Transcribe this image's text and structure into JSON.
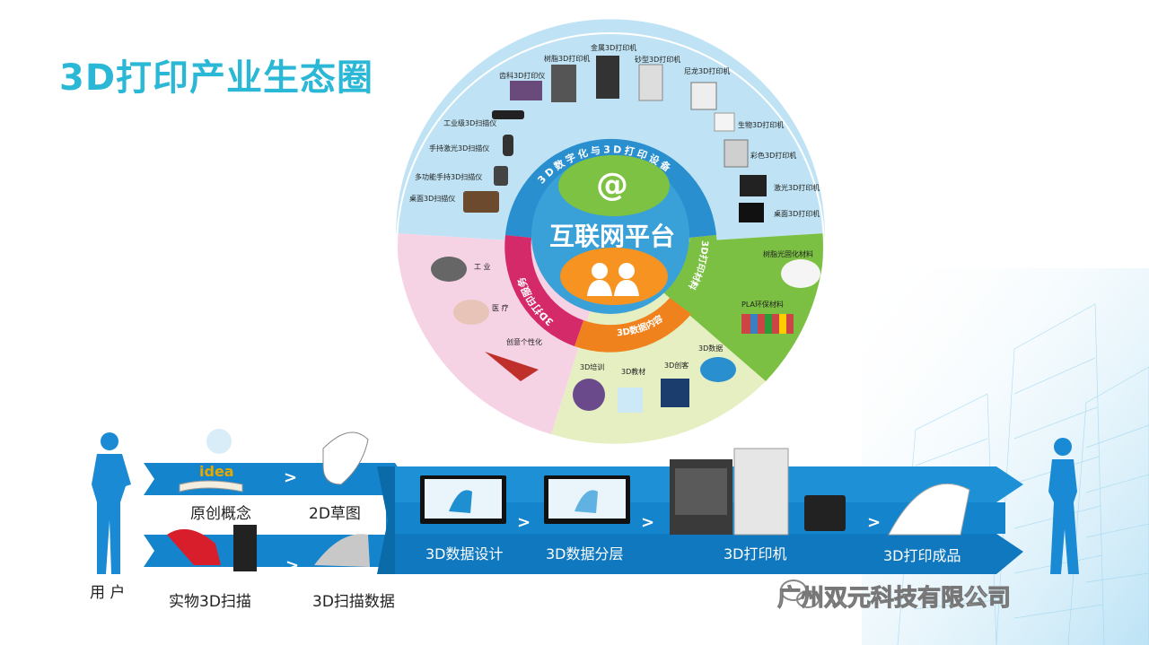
{
  "title": "3D打印产业生态圈",
  "center": {
    "at_symbol": "@",
    "label": "互联网平台"
  },
  "ring": {
    "top": "3D数字化与3D打印设备",
    "left": "3D打印服务",
    "right": "3D打印材料",
    "bottom": "3D数据内容"
  },
  "sectors": {
    "equipment": [
      "金属3D打印机",
      "树脂3D打印机",
      "砂型3D打印机",
      "齿科3D打印仪",
      "尼龙3D打印机",
      "生物3D打印机",
      "工业级3D扫描仪",
      "彩色3D打印机",
      "手持激光3D扫描仪",
      "激光3D打印机",
      "多功能手持3D扫描仪",
      "桌面3D扫描仪",
      "桌面3D打印机"
    ],
    "materials": [
      "树脂光固化材料",
      "PLA环保材料"
    ],
    "services": [
      "工 业",
      "医 疗",
      "创意个性化"
    ],
    "content": [
      "3D培训",
      "3D教材",
      "3D创客",
      "3D数据"
    ],
    "idea_text": "idea"
  },
  "flow": {
    "concept": "原创概念",
    "sketch": "2D草图",
    "scan": "实物3D扫描",
    "scan_data": "3D扫描数据",
    "design": "3D数据设计",
    "layer": "3D数据分层",
    "printer": "3D打印机",
    "product": "3D打印成品",
    "user": "用 户",
    "arrow": ">"
  },
  "watermark": "广州双元科技有限公司",
  "colors": {
    "title": "#2bb8d6",
    "equipment": "#bfe3f4",
    "materials": "#7bc043",
    "services": "#f6d3e4",
    "content": "#e6efc2",
    "ring_blue": "#2a8fcf",
    "ring_red": "#d42a6a",
    "ring_green": "#7bc043",
    "ring_orange": "#f0821e",
    "center_blue": "#3aa0d8",
    "oval_green": "#7dc242",
    "oval_orange": "#f79320",
    "banner": "#1485cc"
  }
}
